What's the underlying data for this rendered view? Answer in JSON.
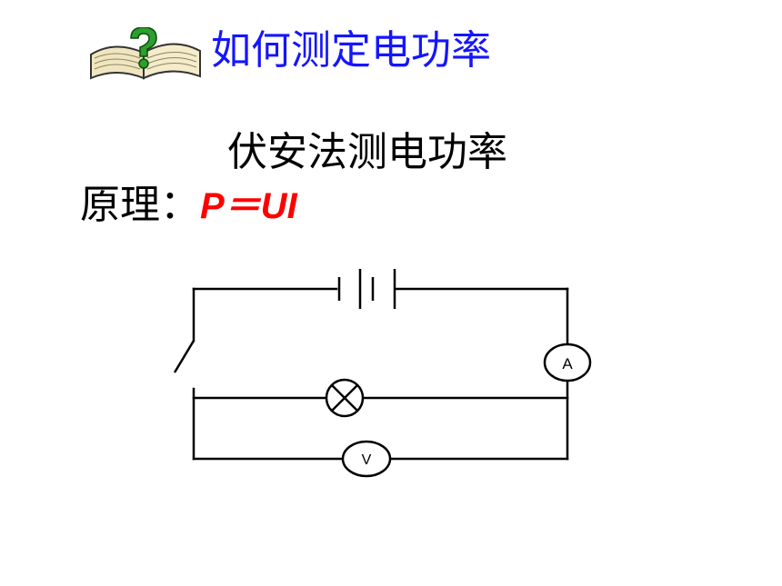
{
  "title": "如何测定电功率",
  "logo_icon": "book-question-icon",
  "subtitle": "伏安法测电功率",
  "principle": {
    "label": "原理：",
    "formula": "P＝UI"
  },
  "circuit": {
    "ammeter_label": "A",
    "voltmeter_label": "V",
    "components": [
      "battery",
      "switch",
      "lamp",
      "ammeter",
      "voltmeter"
    ]
  },
  "colors": {
    "title": "#1515ff",
    "formula": "#ff0000",
    "text": "#000000",
    "wire": "#000000"
  }
}
